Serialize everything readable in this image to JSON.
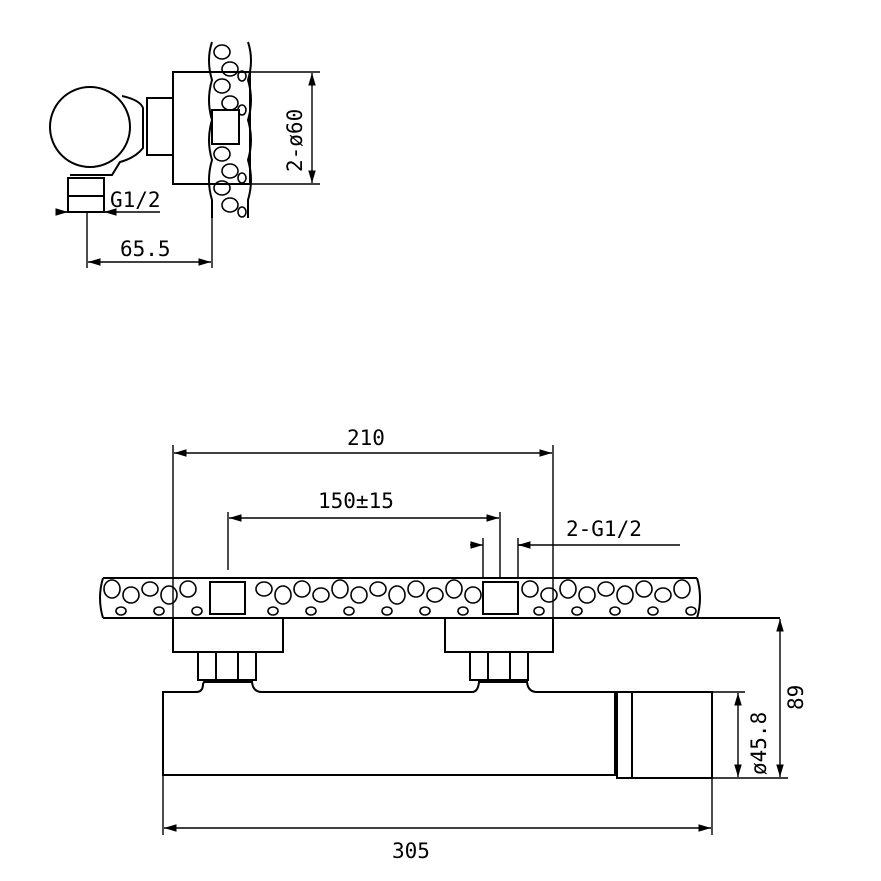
{
  "side_view": {
    "thread_label": "G1/2",
    "depth_label": "65.5",
    "flange_label": "2-ø60"
  },
  "front_view": {
    "centers_label": "210",
    "spacing_label": "150±15",
    "inlet_label": "2-G1/2",
    "height_label": "89",
    "diameter_label": "ø45.8",
    "length_label": "305"
  },
  "colors": {
    "line": "#000000",
    "background": "#ffffff"
  }
}
